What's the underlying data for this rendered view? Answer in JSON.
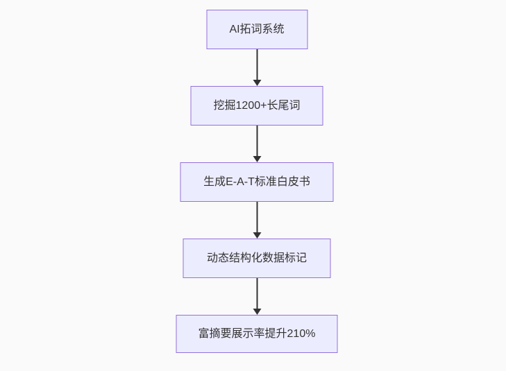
{
  "diagram": {
    "type": "flowchart",
    "direction": "top-down",
    "nodes": [
      {
        "label": "AI拓词系统"
      },
      {
        "label": "挖掘1200+长尾词"
      },
      {
        "label": "生成E-A-T标准白皮书"
      },
      {
        "label": "动态结构化数据标记"
      },
      {
        "label": "富摘要展示率提升210%"
      }
    ],
    "edges": [
      {
        "from": 0,
        "to": 1
      },
      {
        "from": 1,
        "to": 2
      },
      {
        "from": 2,
        "to": 3
      },
      {
        "from": 3,
        "to": 4
      }
    ],
    "colors": {
      "node_fill": "#ECECFF",
      "node_border": "#9370DB",
      "node_text": "#333333",
      "arrow": "#333333",
      "background": "#fafafa"
    }
  }
}
